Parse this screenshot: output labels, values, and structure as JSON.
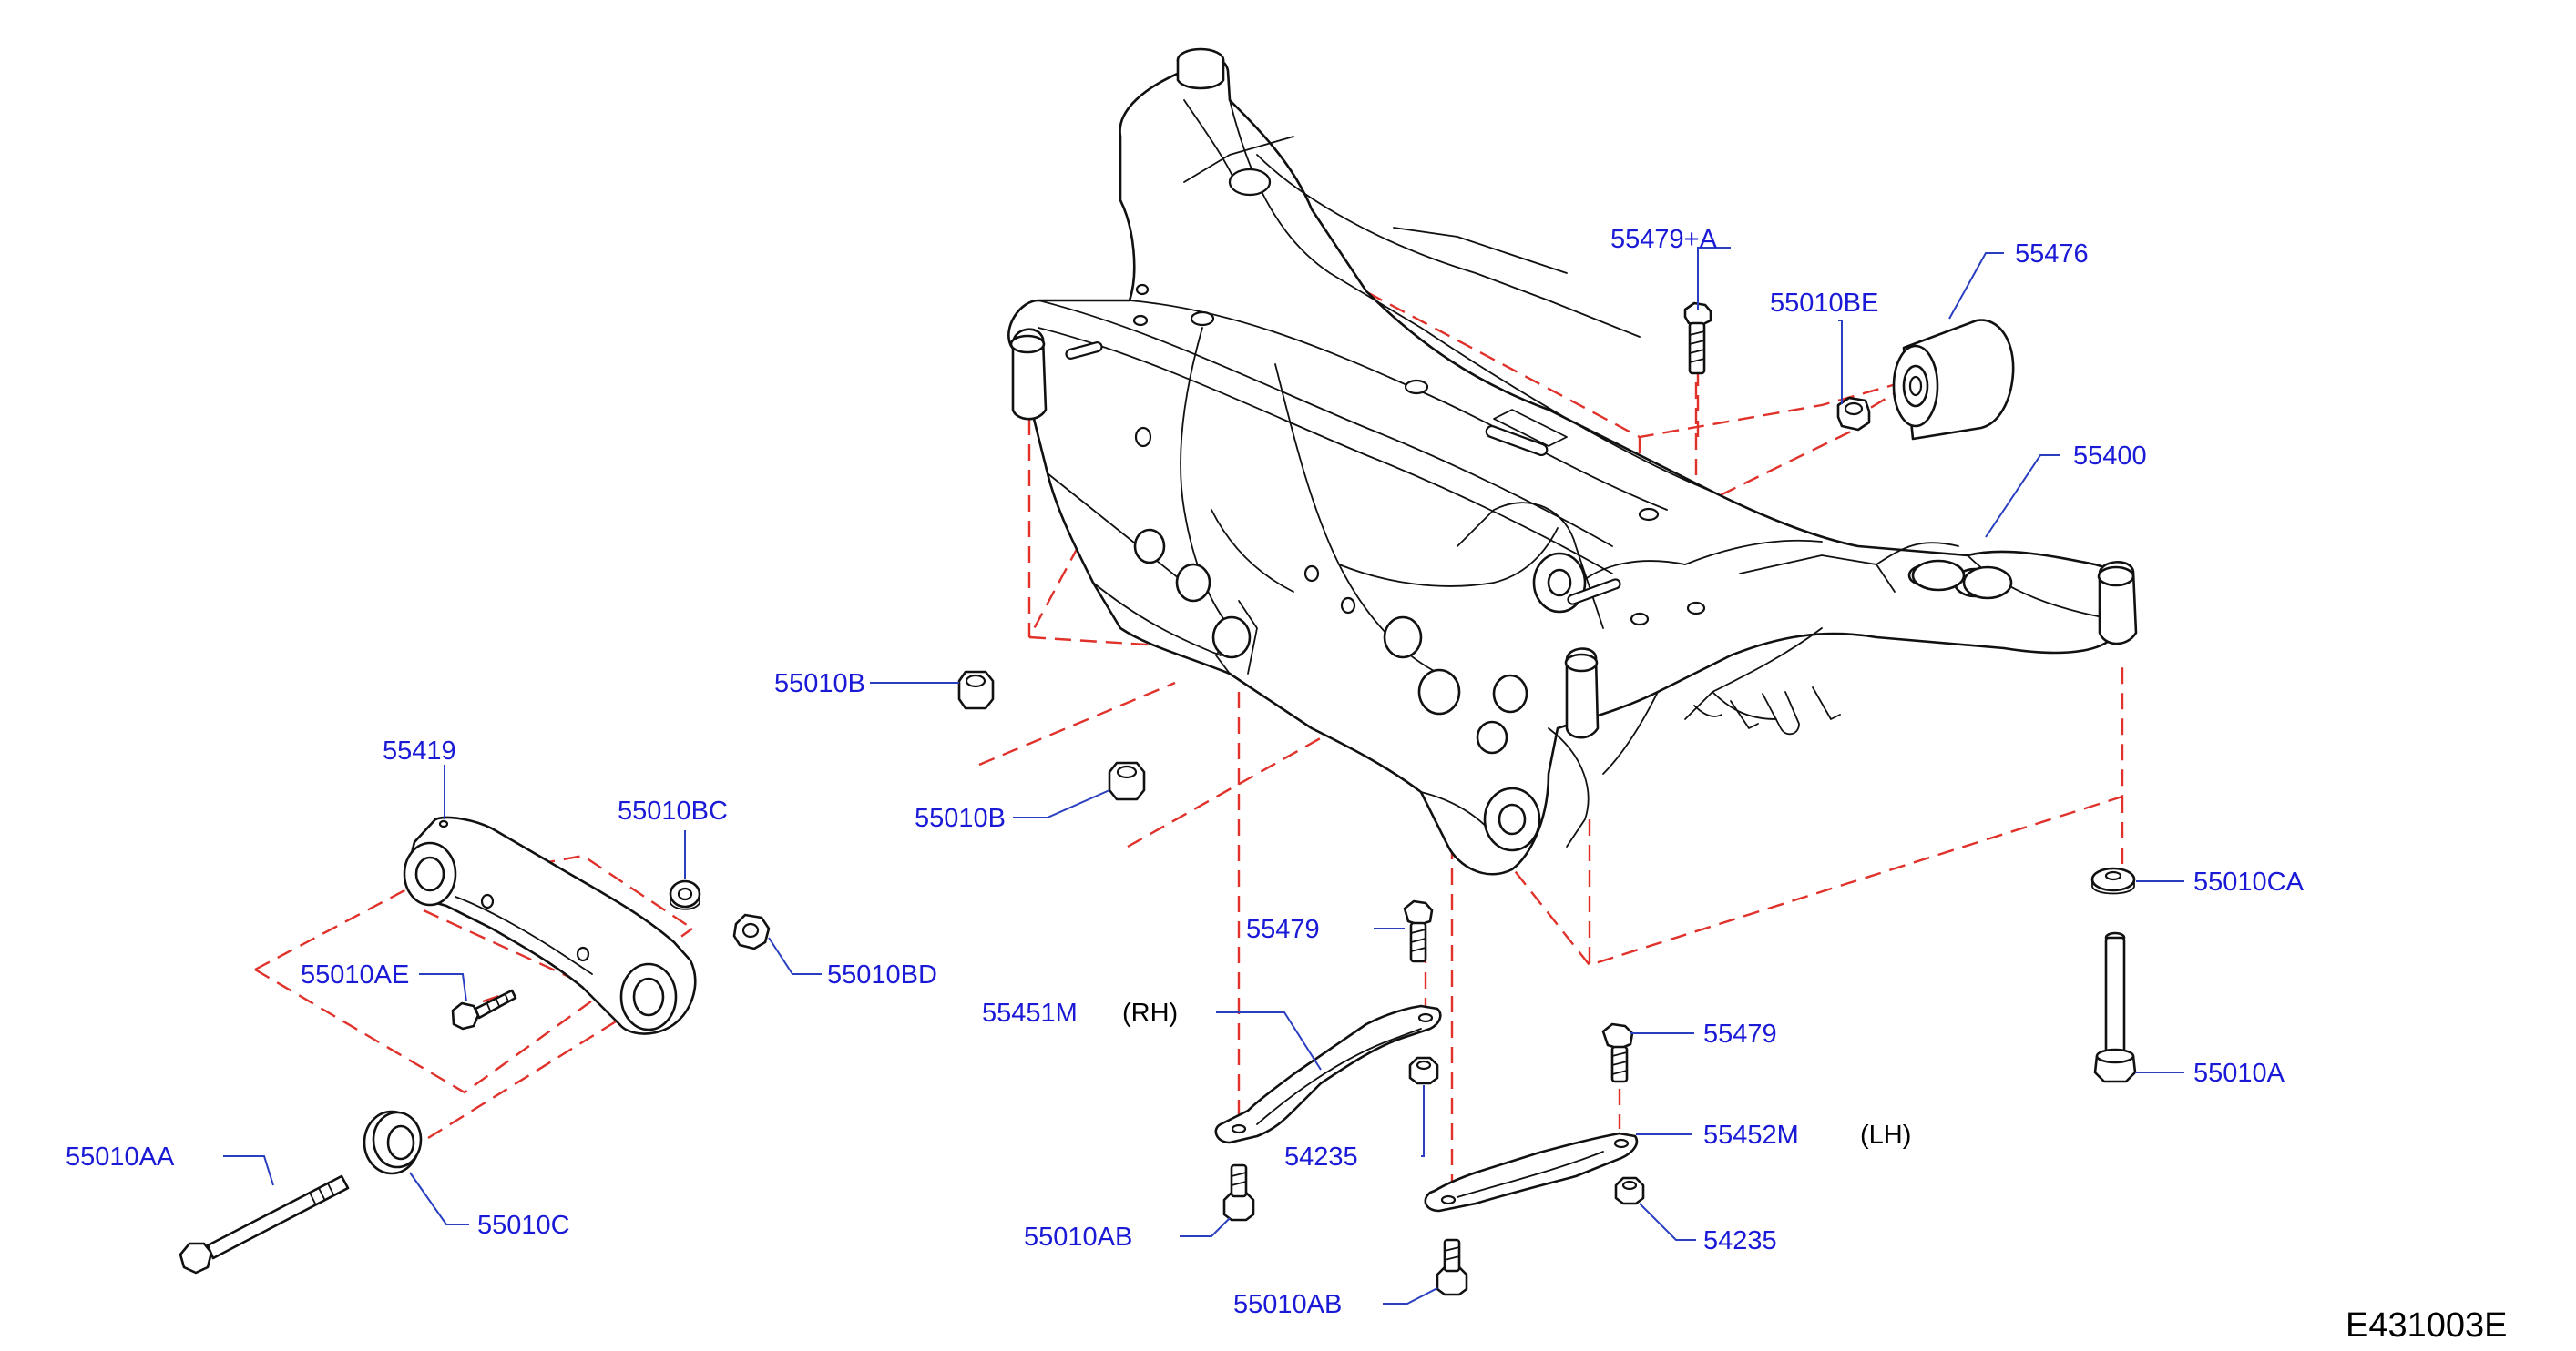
{
  "callouts": {
    "c55479A": "55479+A",
    "c55010BE": "55010BE",
    "c55476": "55476",
    "c55400": "55400",
    "c55010B_1": "55010B",
    "c55010B_2": "55010B",
    "c55419": "55419",
    "c55010BC": "55010BC",
    "c55010AE": "55010AE",
    "c55010BD": "55010BD",
    "c55010AA": "55010AA",
    "c55010C": "55010C",
    "c55479_1": "55479",
    "c55451M": "55451M",
    "c54235_1": "54235",
    "c55010AB_1": "55010AB",
    "c55010AB_2": "55010AB",
    "c55479_2": "55479",
    "c55452M": "55452M",
    "c54235_2": "54235",
    "c55010CA": "55010CA",
    "c55010A": "55010A"
  },
  "side_labels": {
    "rh": "(RH)",
    "lh": "(LH)"
  },
  "figure_id": "E431003E",
  "colors": {
    "callout": "#1a1ad6",
    "leader": "#2a3fbf",
    "phantom": "#e0312b",
    "linework": "#111111"
  }
}
